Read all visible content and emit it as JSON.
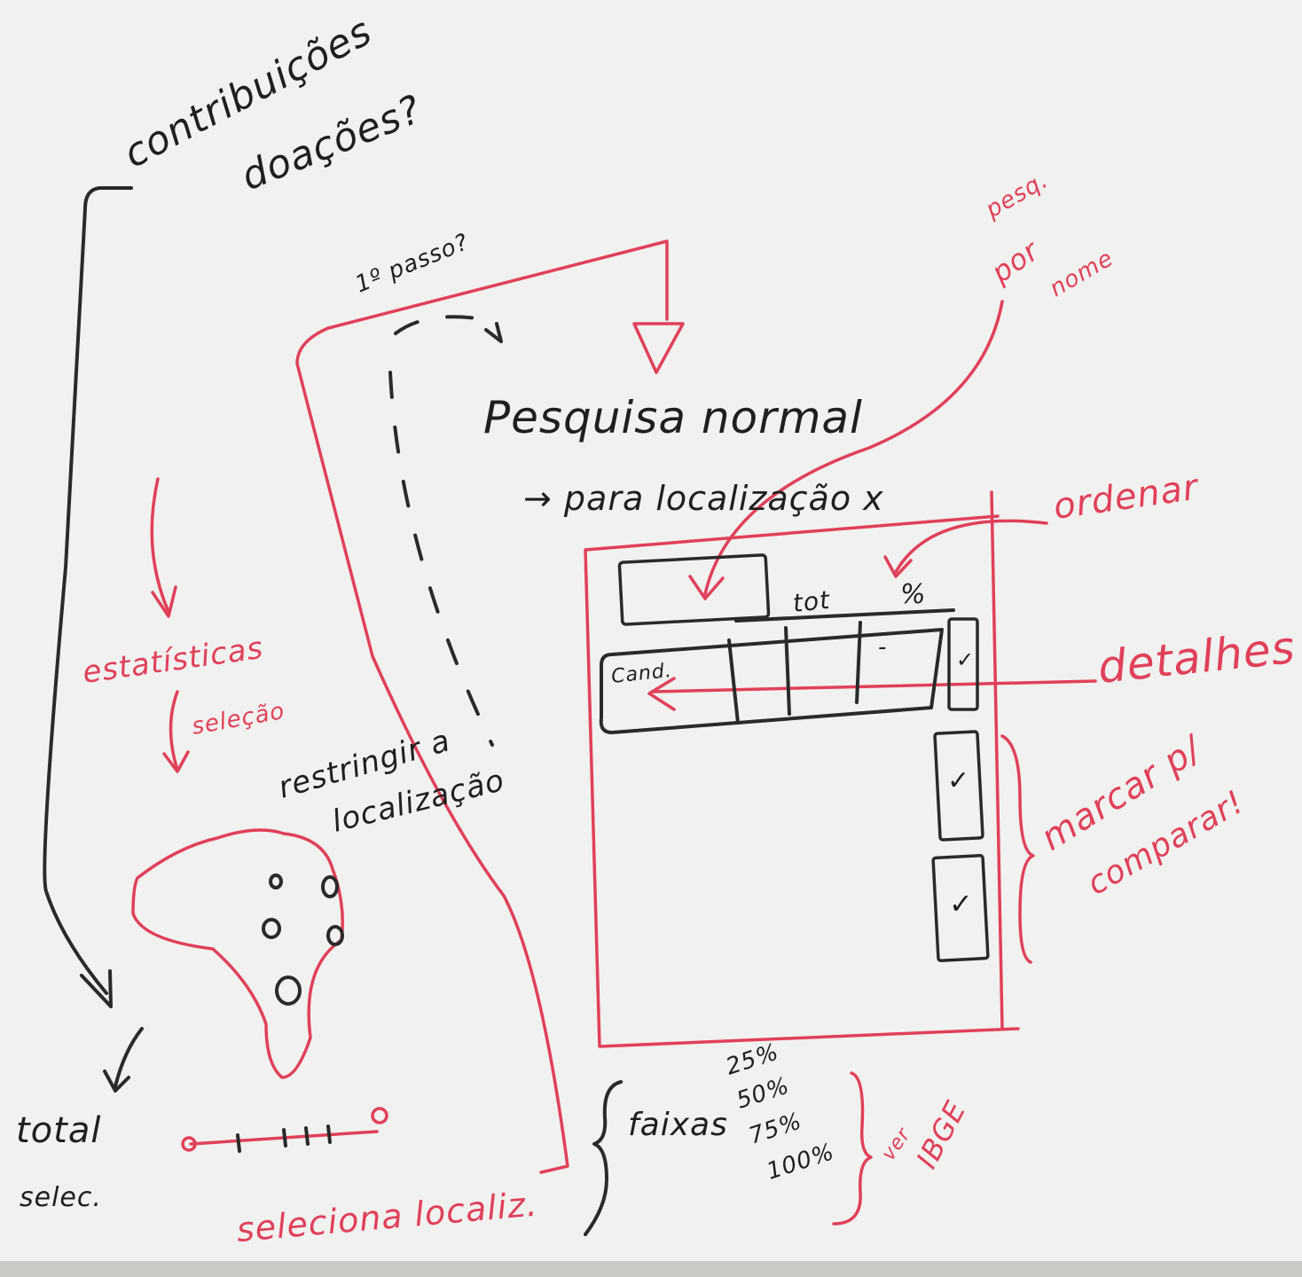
{
  "annotations": {
    "contribuicoes": "contribuições",
    "doacoes": "doações?",
    "primeiro_passo": "1º passo?",
    "pesquisa_normal": "Pesquisa normal",
    "para_localizacao": "→ para localização x",
    "pesq_por_nome": [
      "pesq.",
      "por",
      "nome"
    ],
    "ordenar": "ordenar",
    "detalhes": "detalhes",
    "marcar_comparar": [
      "marcar p/",
      "comparar!"
    ],
    "estatisticas": "estatísticas",
    "selecao": "seleção",
    "restringir": [
      "restringir a",
      "localização"
    ],
    "total": [
      "total",
      "selec."
    ],
    "seleciona_localiz": "seleciona localiz.",
    "faixas": "faixas",
    "faixas_valores": [
      "25%",
      "50%",
      "75%",
      "100%"
    ],
    "ver_ibge": [
      "ver",
      "IBGE"
    ]
  },
  "table": {
    "col_tot": "tot",
    "col_pct": "%",
    "row_cand": "Cand.",
    "row_dash": "-",
    "check": "✓"
  },
  "colors": {
    "red_marker": "#e0405a",
    "black_marker": "#1f1f1f",
    "board": "#f1f1ef"
  }
}
